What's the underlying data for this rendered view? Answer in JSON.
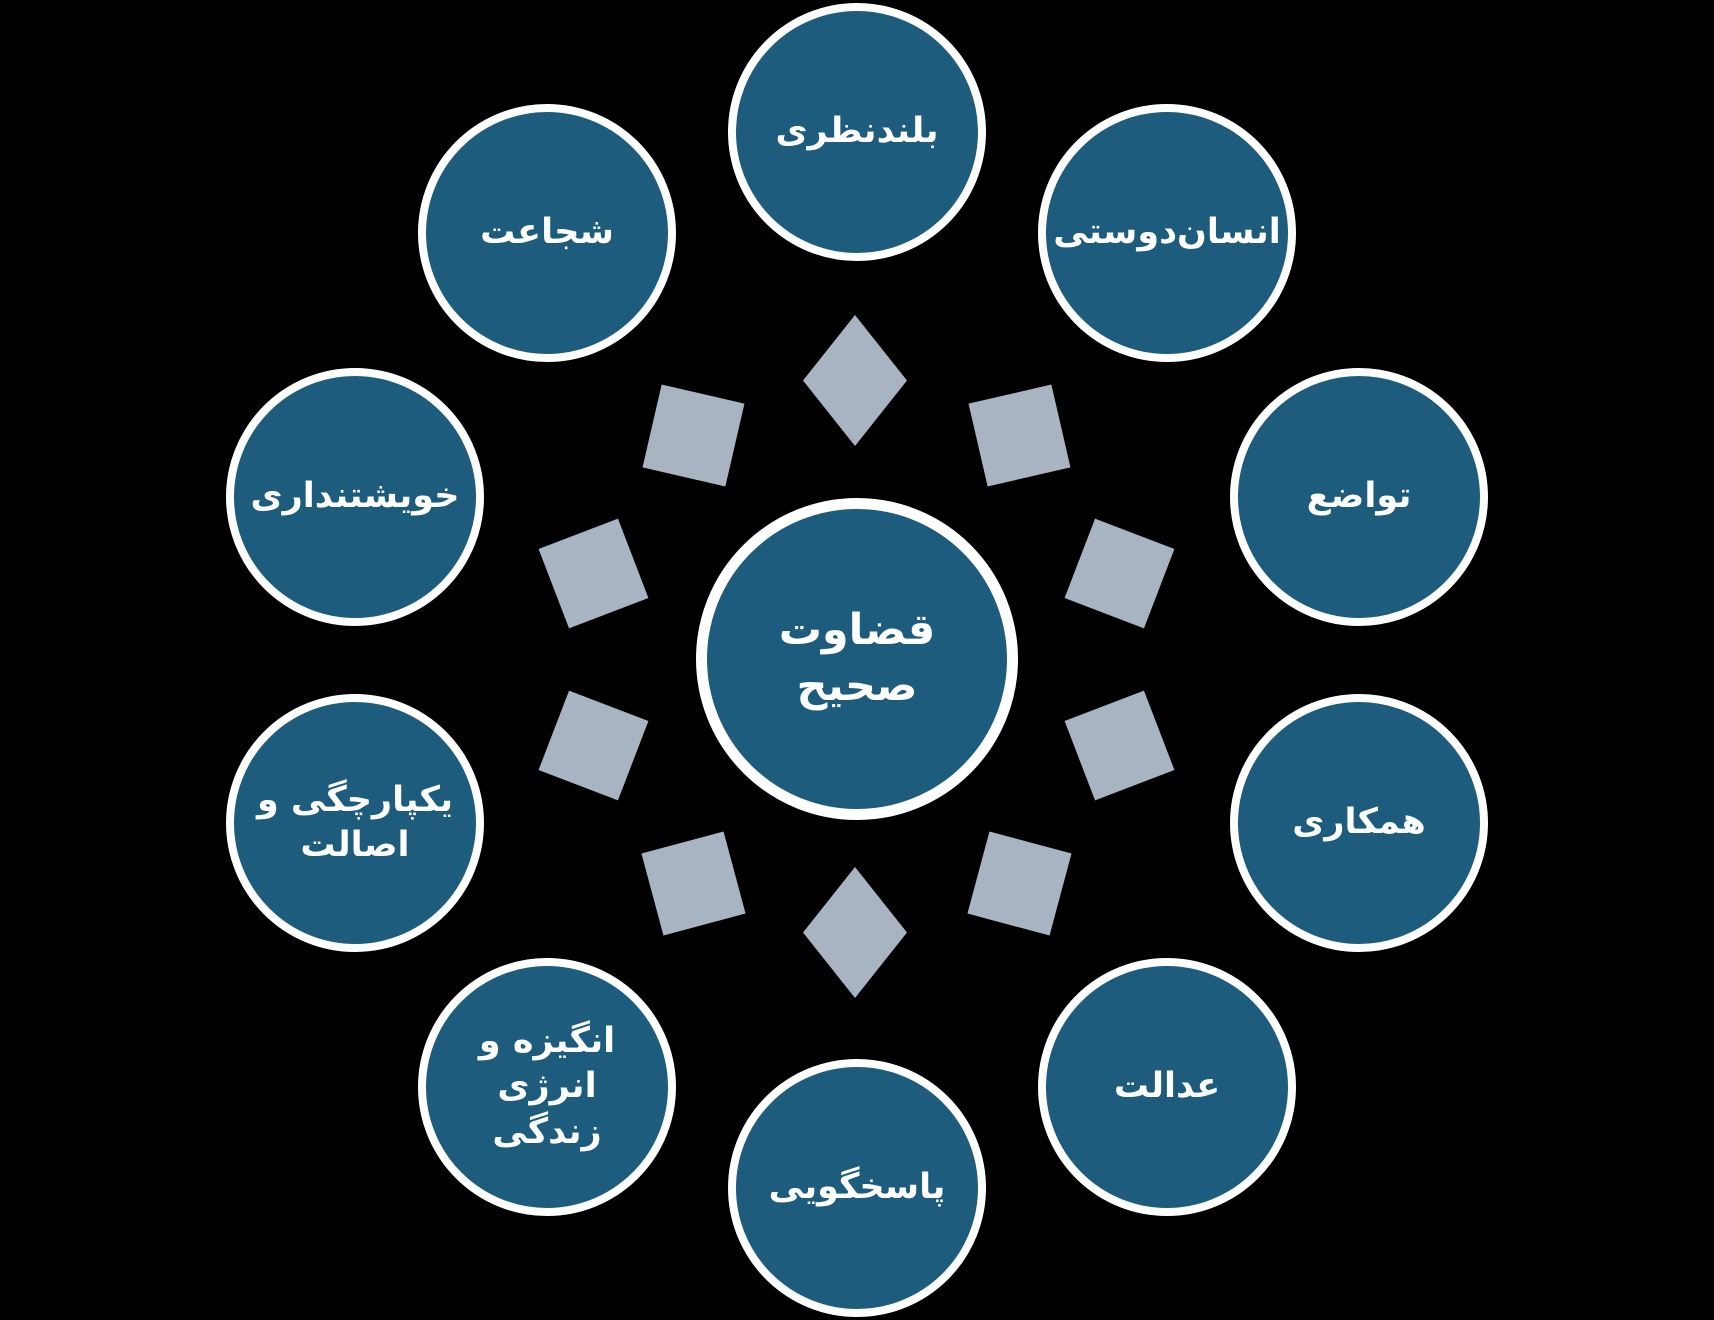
{
  "diagram": {
    "type": "radial-cycle",
    "center_label": "قضاوت صحیح",
    "nodes": [
      {
        "label": "بلندنظری"
      },
      {
        "label": "انسان‌دوستی"
      },
      {
        "label": "تواضع"
      },
      {
        "label": "همکاری"
      },
      {
        "label": "عدالت"
      },
      {
        "label": "پاسخگویی"
      },
      {
        "label": "انگیزه و\nانرژی زندگی"
      },
      {
        "label": "یکپارچگی و\nاصالت"
      },
      {
        "label": "خویشتنداری"
      },
      {
        "label": "شجاعت"
      }
    ],
    "colors": {
      "node_fill": "#1E5C7D",
      "node_border": "#FFFFFF",
      "accent_shape": "#A9B4C2",
      "text": "#FFFFFF",
      "background": "#000000"
    }
  }
}
